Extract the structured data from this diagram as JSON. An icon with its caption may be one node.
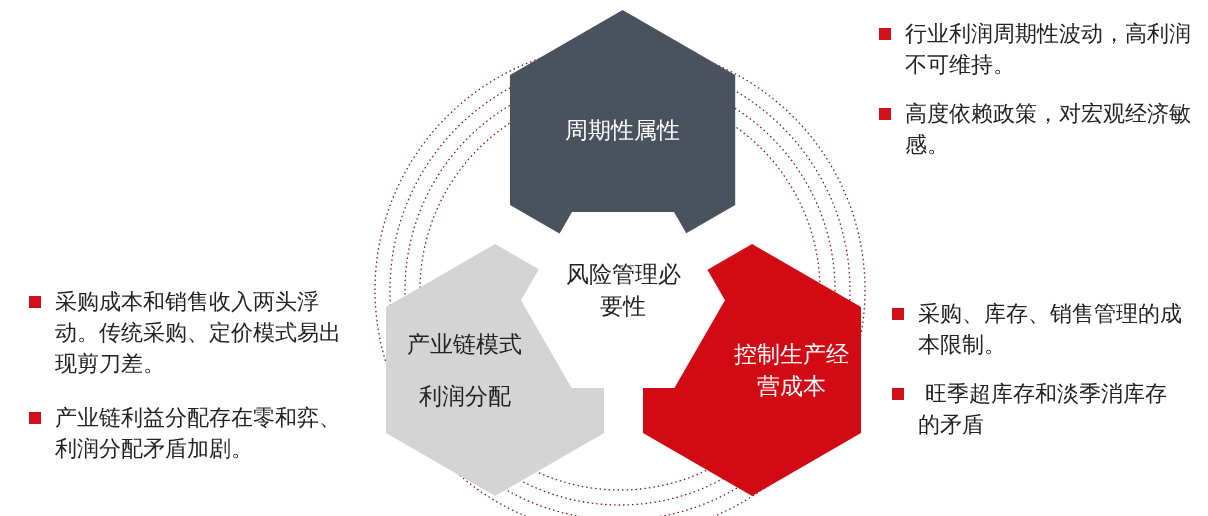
{
  "diagram": {
    "nodes": [
      {
        "text": [
          "风险管理必要性"
        ]
      },
      {
        "text": [
          "周期性属性"
        ]
      },
      {
        "text": [
          "产业链模式",
          "利润分配"
        ]
      },
      {
        "text": [
          "控制生产经营成本"
        ]
      }
    ],
    "labels": [
      "行业利润周期性波动，高利润不可维持。",
      "高度依赖政策，对宏观经济敏感。",
      "采购成本和销售收入两头浮动。传统采购、定价模式易出现剪刀差。",
      "产业链利益分配存在零和弈、利润分配矛盾加剧。",
      "采购、库存、销售管理的成本限制。",
      " 旺季超库存和淡季消库存的矛盾"
    ]
  }
}
